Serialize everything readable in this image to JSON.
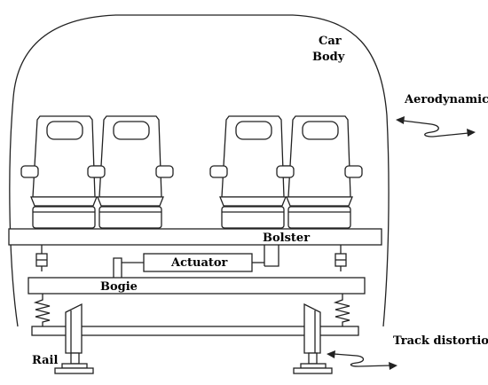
{
  "labels": {
    "car_body_line1": "Car",
    "car_body_line2": "Body",
    "aerodynamics": "Aerodynamics",
    "bolster": "Bolster",
    "actuator": "Actuator",
    "bogie": "Bogie",
    "rail": "Rail",
    "track_distortion": "Track distortion"
  },
  "seats": [
    {
      "id": "left-1"
    },
    {
      "id": "left-2"
    },
    {
      "id": "right-1"
    },
    {
      "id": "right-2"
    }
  ],
  "colors": {
    "stroke": "#222222",
    "fill": "#ffffff",
    "text": "#000000"
  }
}
